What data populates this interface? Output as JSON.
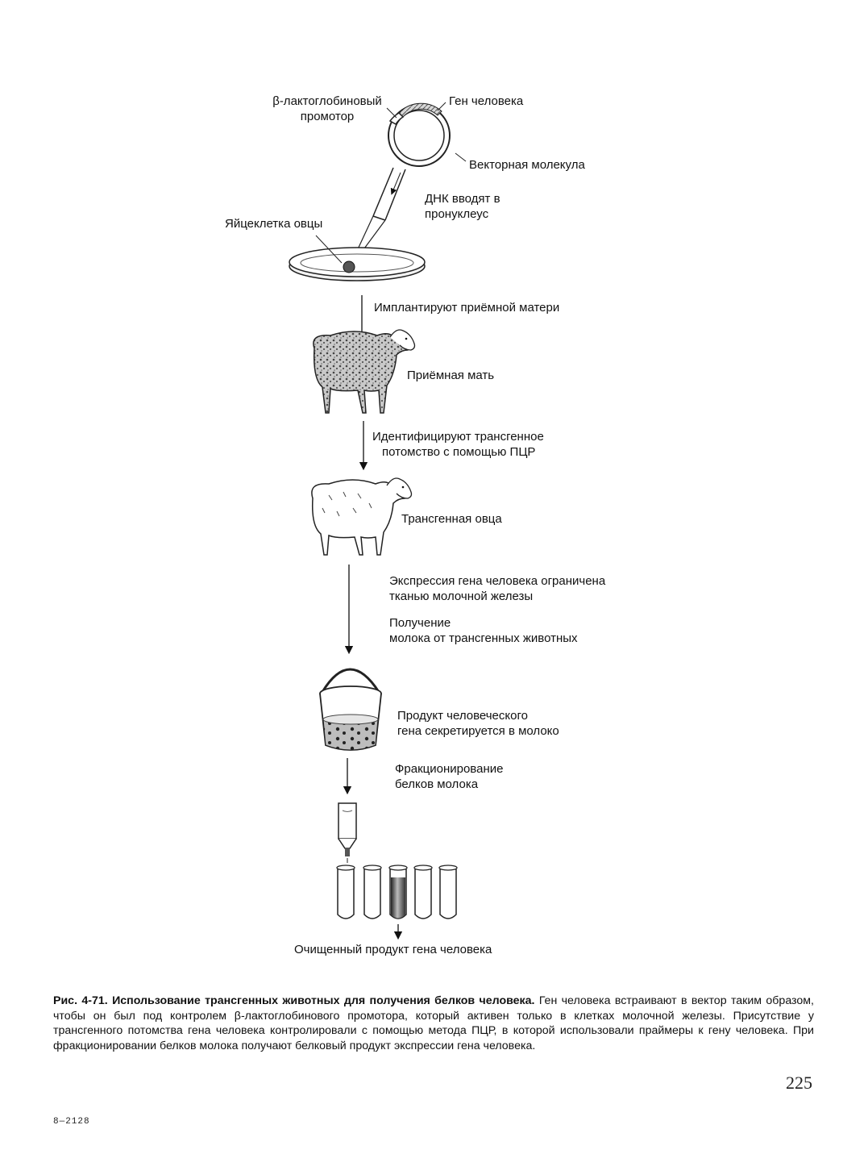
{
  "labels": {
    "promoter_line1": "β-лактоглобиновый",
    "promoter_line2": "промотор",
    "human_gene": "Ген человека",
    "vector": "Векторная молекула",
    "dna_line1": "ДНК вводят в",
    "dna_line2": "пронуклеус",
    "egg_cell": "Яйцеклетка овцы",
    "implant": "Имплантируют приёмной матери",
    "surrogate": "Приёмная мать",
    "identify_line1": "Идентифицируют трансгенное",
    "identify_line2": "потомство с помощью ПЦР",
    "transgenic_sheep": "Трансгенная овца",
    "expression_line1": "Экспрессия гена человека ограничена",
    "expression_line2": "тканью молочной железы",
    "milk_line1": "Получение",
    "milk_line2": "молока от трансгенных животных",
    "product_line1": "Продукт человеческого",
    "product_line2": "гена секретируется в молоко",
    "fraction_line1": "Фракционирование",
    "fraction_line2": "белков молока",
    "purified": "Очищенный продукт гена человека"
  },
  "caption": {
    "title": "Рис. 4-71. Использование трансгенных животных для получения белков человека.",
    "body": "Ген человека встраивают в вектор таким образом, чтобы он был под контролем β-лактоглобинового промотора, который активен только в клетках молочной железы. Присутствие у трансгенного потомства гена человека контролировали с помощью метода ПЦР, в которой использовали праймеры к гену человека. При фракционировании белков молока получают белковый продукт экспрессии гена человека."
  },
  "page_number": "225",
  "print_code": "8—2128"
}
